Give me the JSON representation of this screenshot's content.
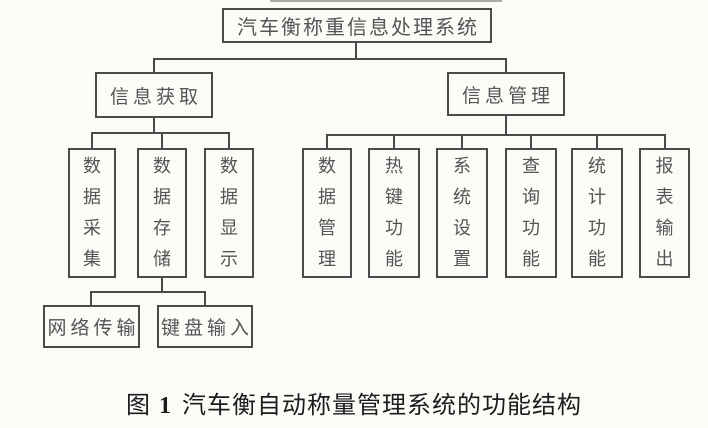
{
  "tree": {
    "root_label": "汽车衡称重信息处理系统",
    "acquisition": {
      "label": "信息获取",
      "children": [
        "数据采集",
        "数据存储",
        "数据显示"
      ]
    },
    "management": {
      "label": "信息管理",
      "children": [
        "数据管理",
        "热键功能",
        "系统设置",
        "查询功能",
        "统计功能",
        "报表输出"
      ]
    },
    "storage_children": [
      "网络传输",
      "键盘输入"
    ]
  },
  "caption": {
    "figure_label": "图",
    "figure_number": "1",
    "title": "汽车衡自动称量管理系统的功能结构"
  },
  "colors": {
    "line": "#4a4a4a",
    "box_text": "#555555",
    "caption_text": "#1c1c1c",
    "background": "#fbfbf8"
  }
}
